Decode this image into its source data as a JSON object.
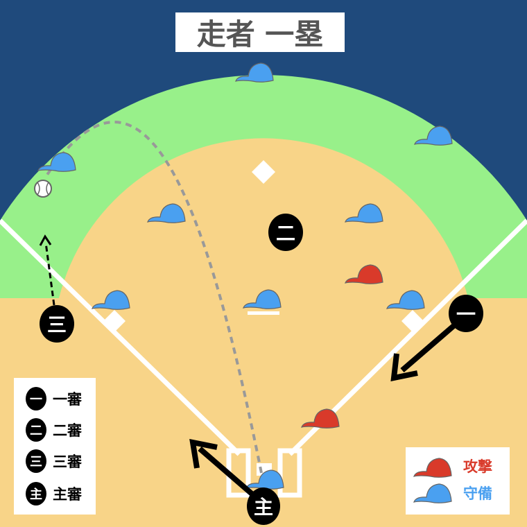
{
  "title": "走者 一塁",
  "colors": {
    "sky": "#1f4a7c",
    "grass": "#98f08a",
    "dirt": "#f8d488",
    "offense": "#d93a2a",
    "defense": "#4aa0f0",
    "umpire": "#000000"
  },
  "umpires": {
    "first": "一",
    "second": "二",
    "third": "三",
    "home": "主"
  },
  "umpire_legend": [
    {
      "mark": "一",
      "label": "一審"
    },
    {
      "mark": "二",
      "label": "二審"
    },
    {
      "mark": "三",
      "label": "三審"
    },
    {
      "mark": "主",
      "label": "主審"
    }
  ],
  "team_legend": {
    "offense": "攻撃",
    "defense": "守備"
  }
}
